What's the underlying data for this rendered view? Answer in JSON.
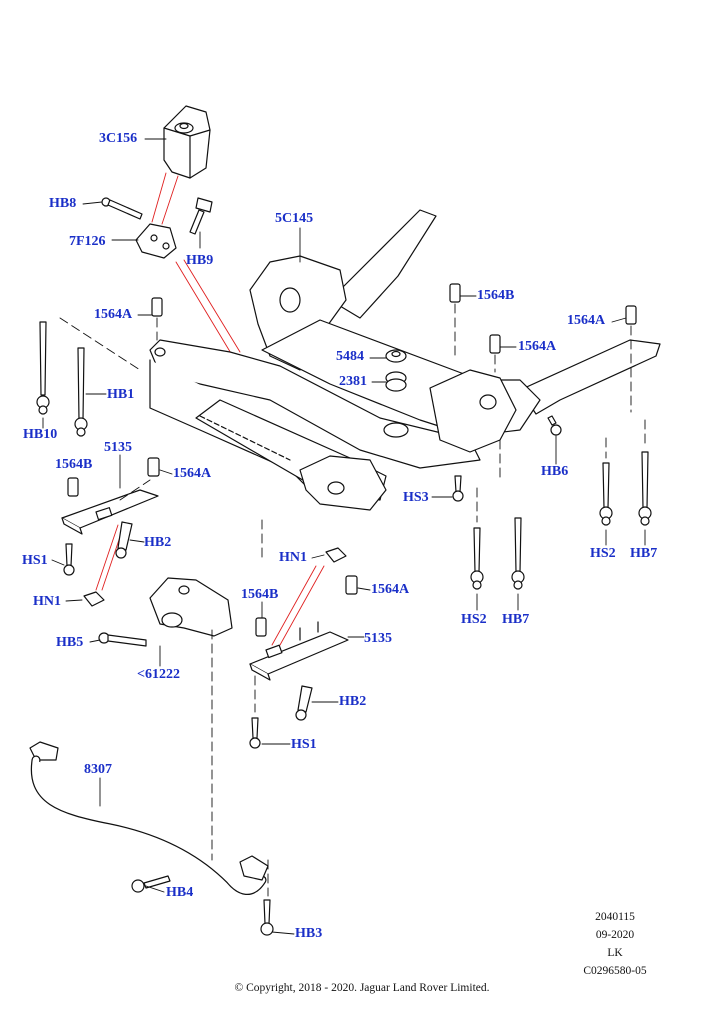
{
  "labels": {
    "l_3C156": "3C156",
    "l_HB8": "HB8",
    "l_7F126": "7F126",
    "l_HB9": "HB9",
    "l_5C145": "5C145",
    "l_1564A_1": "1564A",
    "l_1564B_1": "1564B",
    "l_1564A_2": "1564A",
    "l_1564A_3": "1564A",
    "l_5484": "5484",
    "l_2381": "2381",
    "l_HB1": "HB1",
    "l_HB10": "HB10",
    "l_5135_1": "5135",
    "l_1564B_2": "1564B",
    "l_1564A_4": "1564A",
    "l_HS3": "HS3",
    "l_HB6": "HB6",
    "l_HB2_1": "HB2",
    "l_HS1_1": "HS1",
    "l_HN1_1": "HN1",
    "l_HN1_2": "HN1",
    "l_1564A_5": "1564A",
    "l_HS2_1": "HS2",
    "l_HB7_1": "HB7",
    "l_HS2_2": "HS2",
    "l_HB7_2": "HB7",
    "l_1564B_3": "1564B",
    "l_5135_2": "5135",
    "l_HB5": "HB5",
    "l_61222": "<61222",
    "l_HB2_2": "HB2",
    "l_HS1_2": "HS1",
    "l_8307": "8307",
    "l_HB4": "HB4",
    "l_HB3": "HB3"
  },
  "meta": {
    "line1": "2040115",
    "line2": "09-2020",
    "line3": "LK",
    "line4": "C0296580-05"
  },
  "copyright": "© Copyright, 2018 - 2020. Jaguar Land Rover Limited.",
  "colors": {
    "label": "#1a2fc8",
    "line": "#111111",
    "highlight": "#e02020"
  }
}
